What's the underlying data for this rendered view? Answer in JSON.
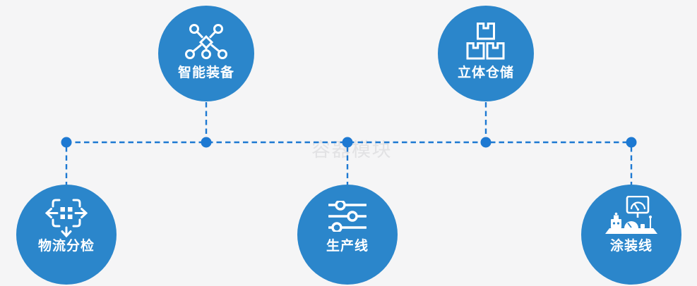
{
  "watermark": "容器模块",
  "colors": {
    "background": "#f5f5f6",
    "circle_blue": "#2b86cb",
    "connector_blue": "#1d79d2",
    "label_text": "#ffffff",
    "watermark_gray": "#e2e2e4"
  },
  "nodes": [
    {
      "id": "smart-equipment",
      "label": "智能装备",
      "icon": "network-nodes-icon",
      "row": "top"
    },
    {
      "id": "stereoscopic-warehouse",
      "label": "立体仓储",
      "icon": "stacked-boxes-icon",
      "row": "top"
    },
    {
      "id": "logistics-sorting",
      "label": "物流分检",
      "icon": "sorting-arrows-icon",
      "row": "bottom"
    },
    {
      "id": "production-line",
      "label": "生产线",
      "icon": "sliders-icon",
      "row": "bottom"
    },
    {
      "id": "coating-line",
      "label": "涂装线",
      "icon": "control-panel-icon",
      "row": "bottom"
    }
  ]
}
